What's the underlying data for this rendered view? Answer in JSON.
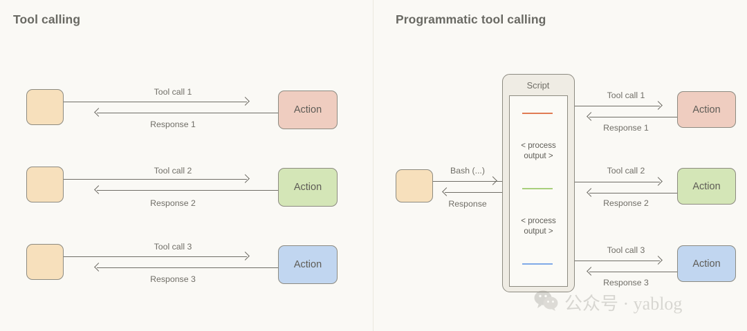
{
  "background": "#FAF9F5",
  "colors": {
    "agent_box": "#F7E0BC",
    "action_red": "#EFCDC0",
    "action_green": "#D4E6B7",
    "action_blue": "#C1D6F0",
    "stroke": "#8C8A80",
    "text": "#6F6D66",
    "script_bg": "#EFECE4",
    "code_orange": "#E07B54",
    "code_green": "#A8CF7C",
    "code_blue": "#7FA9E8"
  },
  "left_panel": {
    "title": "Tool calling",
    "rows": [
      {
        "call_label": "Tool call 1",
        "response_label": "Response 1",
        "action_label": "Action",
        "action_color": "#EFCDC0"
      },
      {
        "call_label": "Tool call 2",
        "response_label": "Response 2",
        "action_label": "Action",
        "action_color": "#D4E6B7"
      },
      {
        "call_label": "Tool call 3",
        "response_label": "Response 3",
        "action_label": "Action",
        "action_color": "#C1D6F0"
      }
    ]
  },
  "right_panel": {
    "title": "Programmatic tool calling",
    "bash_call_label": "Bash (...)",
    "bash_response_label": "Response",
    "script": {
      "label": "Script",
      "code_lines": [
        {
          "color": "#E07B54"
        },
        {
          "color": "#A8CF7C"
        },
        {
          "color": "#7FA9E8"
        }
      ],
      "process_outputs": [
        "< process\noutput >",
        "< process\noutput >"
      ]
    },
    "rows": [
      {
        "call_label": "Tool call 1",
        "response_label": "Response 1",
        "action_label": "Action",
        "action_color": "#EFCDC0"
      },
      {
        "call_label": "Tool call 2",
        "response_label": "Response 2",
        "action_label": "Action",
        "action_color": "#D4E6B7"
      },
      {
        "call_label": "Tool call 3",
        "response_label": "Response 3",
        "action_label": "Action",
        "action_color": "#C1D6F0"
      }
    ]
  },
  "watermark": {
    "icon": "wechat-icon",
    "text": "公众号 · yablog"
  }
}
